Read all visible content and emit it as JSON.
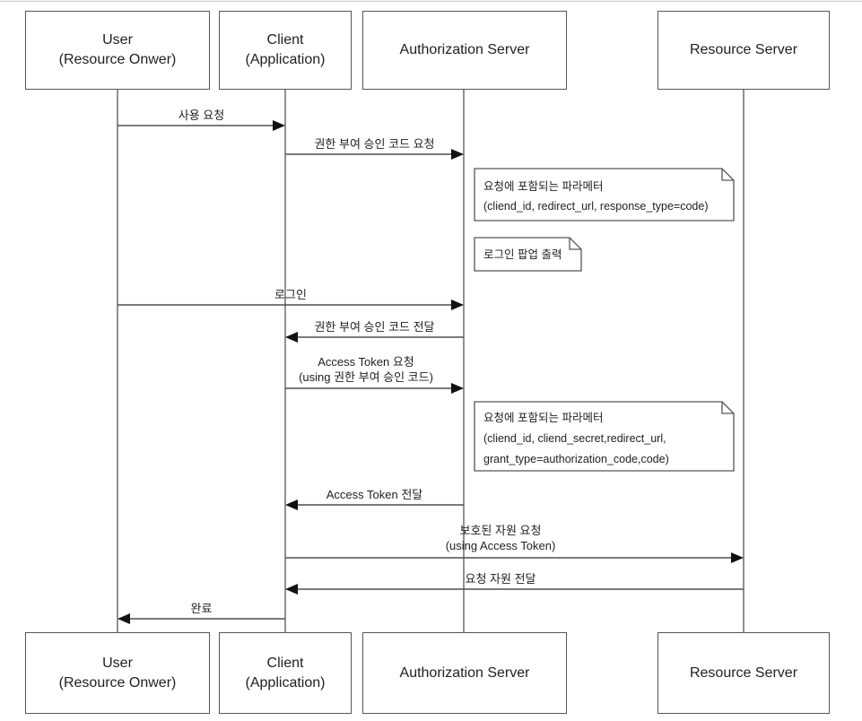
{
  "diagram_title": "OAuth 2.0 Authorization Code Grant sequence diagram",
  "actors": [
    {
      "id": "user",
      "line1": "User",
      "line2": "(Resource Onwer)"
    },
    {
      "id": "client",
      "line1": "Client",
      "line2": "(Application)"
    },
    {
      "id": "authorization-server",
      "line1": "Authorization Server"
    },
    {
      "id": "resource-server",
      "line1": "Resource Server"
    }
  ],
  "messages": [
    {
      "from": "user",
      "to": "client",
      "label": "사용 요청"
    },
    {
      "from": "client",
      "to": "authorization-server",
      "label": "권한 부여 승인 코드 요청"
    },
    {
      "from": "user",
      "to": "authorization-server",
      "label": "로그인"
    },
    {
      "from": "authorization-server",
      "to": "client",
      "label": "권한 부여 승인 코드 전달"
    },
    {
      "from": "client",
      "to": "authorization-server",
      "label": "Access Token 요청",
      "label2": "(using 권한 부여 승인 코드)"
    },
    {
      "from": "authorization-server",
      "to": "client",
      "label": "Access Token 전달"
    },
    {
      "from": "client",
      "to": "resource-server",
      "label": "보호된 자원 요청",
      "label2": "(using Access Token)"
    },
    {
      "from": "resource-server",
      "to": "client",
      "label": "요청 자원 전달"
    },
    {
      "from": "client",
      "to": "user",
      "label": "완료"
    }
  ],
  "notes": [
    {
      "lines": [
        "요청에 포함되는 파라메터",
        "(cliend_id, redirect_url, response_type=code)"
      ]
    },
    {
      "lines": [
        "로그인 팝업 출력"
      ]
    },
    {
      "lines": [
        "요청에 포함되는 파라메터",
        "(cliend_id, cliend_secret,redirect_url,",
        "grant_type=authorization_code,code)"
      ]
    }
  ],
  "colors": {
    "background": "#ffffff",
    "line": "#4f4f4f",
    "arrowhead": "#111111",
    "text": "#1f1f1f",
    "top_border": "#d4d4d4"
  }
}
